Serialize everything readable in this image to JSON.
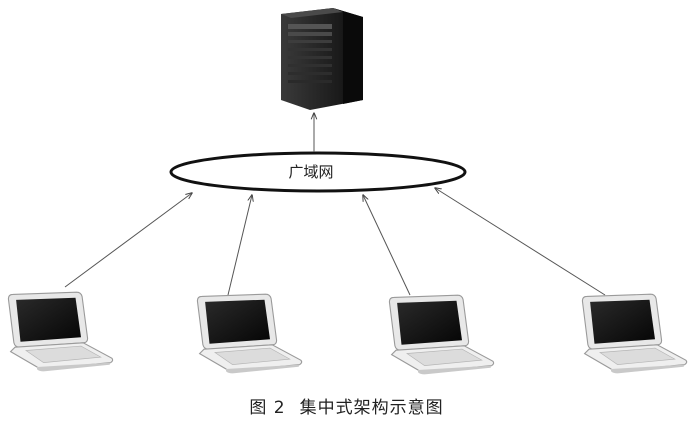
{
  "diagram": {
    "network_label": "广域网",
    "nodes": [
      {
        "name": "server",
        "icon": "server-tower-icon"
      },
      {
        "name": "laptop-1",
        "icon": "laptop-icon"
      },
      {
        "name": "laptop-2",
        "icon": "laptop-icon"
      },
      {
        "name": "laptop-3",
        "icon": "laptop-icon"
      },
      {
        "name": "laptop-4",
        "icon": "laptop-icon"
      }
    ],
    "edges": [
      {
        "from": "network",
        "to": "server"
      },
      {
        "from": "laptop-1",
        "to": "network"
      },
      {
        "from": "laptop-2",
        "to": "network"
      },
      {
        "from": "laptop-3",
        "to": "network"
      },
      {
        "from": "laptop-4",
        "to": "network"
      }
    ]
  },
  "caption": {
    "number": "图 2",
    "title": "集中式架构示意图"
  }
}
